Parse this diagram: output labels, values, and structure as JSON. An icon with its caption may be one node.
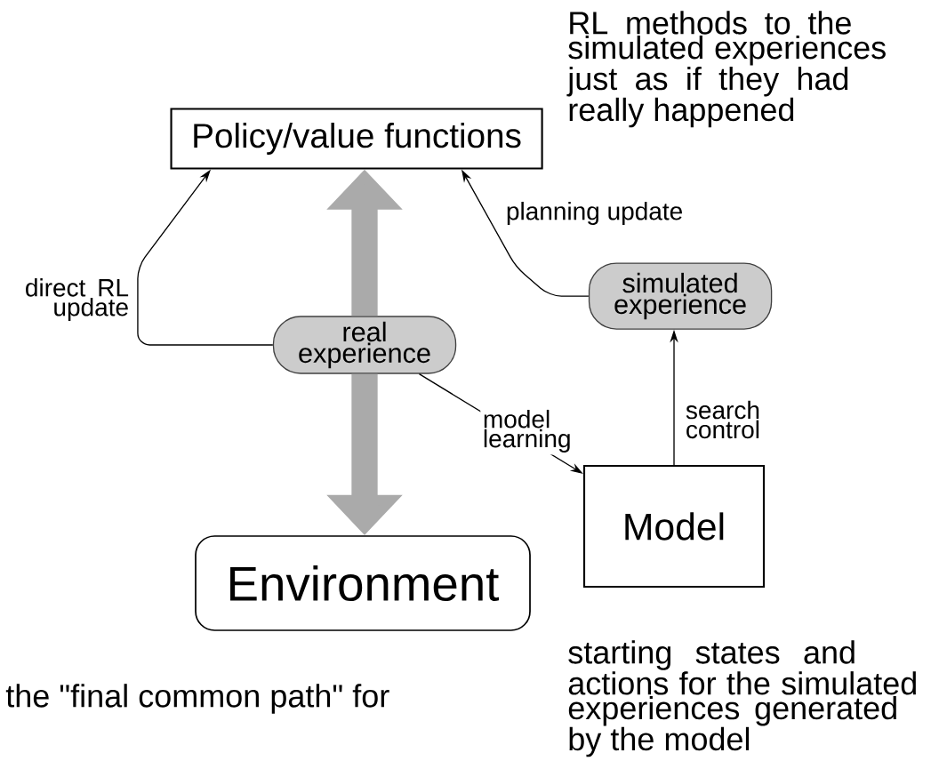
{
  "diagram": {
    "nodes": [
      {
        "text": [
          "Policy/value functions"
        ]
      },
      {
        "text": [
          "real experience"
        ]
      },
      {
        "text": [
          "simulated experience"
        ]
      },
      {
        "text": [
          "Model"
        ]
      },
      {
        "text": [
          "Environment"
        ]
      }
    ],
    "edges": [
      {
        "from": 1,
        "to": 0,
        "arrow": "to",
        "label": "direct RL update"
      },
      {
        "from": 2,
        "to": 0,
        "arrow": "to",
        "label": "planning update"
      },
      {
        "from": 1,
        "to": 3,
        "arrow": "to",
        "label": "model learning"
      },
      {
        "from": 3,
        "to": 2,
        "arrow": "to",
        "label": "search control"
      },
      {
        "from": 1,
        "to": 0,
        "arrow": "to",
        "style": "thick",
        "color": "#aaaaaa"
      },
      {
        "from": 1,
        "to": 4,
        "arrow": "to",
        "style": "thick",
        "color": "#aaaaaa"
      }
    ],
    "labels": [
      "RL methods to the simulated experiences just as if they had really happened",
      "the \"final common path\" for",
      "starting states and actions for the simulated experiences generated by the model"
    ]
  }
}
